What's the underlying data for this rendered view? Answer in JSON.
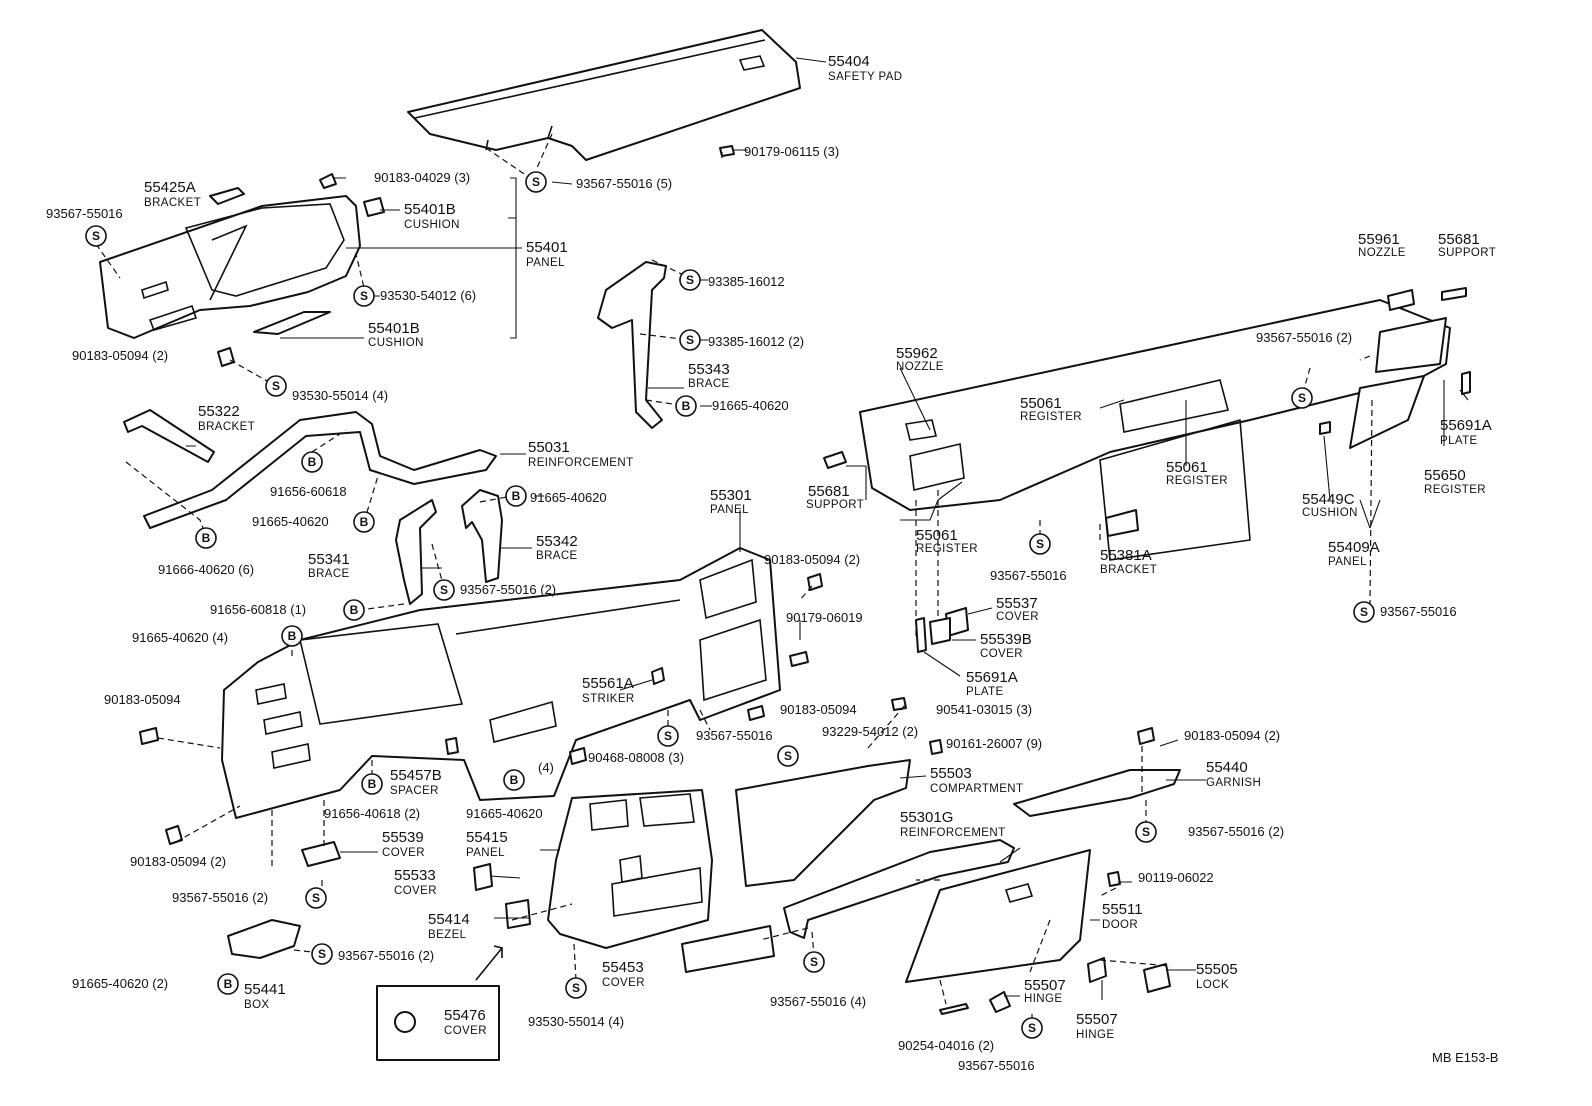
{
  "figure_ref": "MB  E153-B",
  "parts": [
    {
      "key": "p55404",
      "number": "55404",
      "name": "SAFETY PAD"
    },
    {
      "key": "p90179_06115",
      "number": "90179-06115 (3)"
    },
    {
      "key": "p93567_5_top",
      "number": "93567-55016 (5)"
    },
    {
      "key": "p90183_04029",
      "number": "90183-04029 (3)"
    },
    {
      "key": "p55425A",
      "number": "55425A",
      "name": "BRACKET"
    },
    {
      "key": "p93567_left",
      "number": "93567-55016"
    },
    {
      "key": "p55401B_a",
      "number": "55401B",
      "name": "CUSHION"
    },
    {
      "key": "p55401",
      "number": "55401",
      "name": "PANEL"
    },
    {
      "key": "p93530_6",
      "number": "93530-54012 (6)"
    },
    {
      "key": "p55401B_b",
      "number": "55401B",
      "name": "CUSHION"
    },
    {
      "key": "p90183_05094_2a",
      "number": "90183-05094 (2)"
    },
    {
      "key": "p93530_4a",
      "number": "93530-55014 (4)"
    },
    {
      "key": "p93385_a",
      "number": "93385-16012"
    },
    {
      "key": "p93385_b",
      "number": "93385-16012 (2)"
    },
    {
      "key": "p55343",
      "number": "55343",
      "name": "BRACE"
    },
    {
      "key": "p91665_brace",
      "number": "91665-40620"
    },
    {
      "key": "p55322",
      "number": "55322",
      "name": "BRACKET"
    },
    {
      "key": "p55031",
      "number": "55031",
      "name": "REINFORCEMENT"
    },
    {
      "key": "p91656_60818",
      "number": "91656-60618"
    },
    {
      "key": "p91665_40620_l",
      "number": "91665-40620"
    },
    {
      "key": "p91666",
      "number": "91666-40620 (6)"
    },
    {
      "key": "p91665_40620_r",
      "number": "91665-40620"
    },
    {
      "key": "p55342",
      "number": "55342",
      "name": "BRACE"
    },
    {
      "key": "p55341",
      "number": "55341",
      "name": "BRACE"
    },
    {
      "key": "p93567_2_mid",
      "number": "93567-55016 (2)"
    },
    {
      "key": "p91656_1",
      "number": "91656-60818 (1)"
    },
    {
      "key": "p55301",
      "number": "55301",
      "name": "PANEL"
    },
    {
      "key": "p90183_05094_2b",
      "number": "90183-05094 (2)"
    },
    {
      "key": "p90179_06019",
      "number": "90179-06019"
    },
    {
      "key": "p91665_4",
      "number": "91665-40620 (4)"
    },
    {
      "key": "p90183_05094_l",
      "number": "90183-05094"
    },
    {
      "key": "p55561A",
      "number": "55561A",
      "name": "STRIKER"
    },
    {
      "key": "p90183_05094_c",
      "number": "90183-05094"
    },
    {
      "key": "p90541",
      "number": "90541-03015 (3)"
    },
    {
      "key": "p93567_c",
      "number": "93567-55016"
    },
    {
      "key": "p93229",
      "number": "93229-54012 (2)"
    },
    {
      "key": "p90161",
      "number": "90161-26007 (9)"
    },
    {
      "key": "p55457B",
      "number": "55457B",
      "name": "SPACER"
    },
    {
      "key": "p90468",
      "number": "90468-08008 (3)"
    },
    {
      "key": "p91656_2",
      "number": "91656-40618 (2)"
    },
    {
      "key": "p91665_b4",
      "number": "(4)"
    },
    {
      "key": "p91665_b4b",
      "number": "91665-40620"
    },
    {
      "key": "p90183_05094_2c",
      "number": "90183-05094 (2)"
    },
    {
      "key": "p55539",
      "number": "55539",
      "name": "COVER"
    },
    {
      "key": "p93567_2_low",
      "number": "93567-55016 (2)"
    },
    {
      "key": "p55533",
      "number": "55533",
      "name": "COVER"
    },
    {
      "key": "p55415",
      "number": "55415",
      "name": "PANEL"
    },
    {
      "key": "p55414",
      "number": "55414",
      "name": "BEZEL"
    },
    {
      "key": "p93567_2_box",
      "number": "93567-55016 (2)"
    },
    {
      "key": "p91665_2",
      "number": "91665-40620 (2)"
    },
    {
      "key": "p55441",
      "number": "55441",
      "name": "BOX"
    },
    {
      "key": "p55476",
      "number": "55476",
      "name": "COVER"
    },
    {
      "key": "p55453",
      "number": "55453",
      "name": "COVER"
    },
    {
      "key": "p93530_4b",
      "number": "93530-55014 (4)"
    },
    {
      "key": "p55503",
      "number": "55503",
      "name": "COMPARTMENT"
    },
    {
      "key": "p55301G",
      "number": "55301G",
      "name": "REINFORCEMENT"
    },
    {
      "key": "p55511",
      "number": "55511",
      "name": "DOOR"
    },
    {
      "key": "p93567_4",
      "number": "93567-55016 (4)"
    },
    {
      "key": "p55507a",
      "number": "55507",
      "name": "HINGE"
    },
    {
      "key": "p55507b",
      "number": "55507",
      "name": "HINGE"
    },
    {
      "key": "p55505",
      "number": "55505",
      "name": "LOCK"
    },
    {
      "key": "p90254",
      "number": "90254-04016 (2)"
    },
    {
      "key": "p93567_bot",
      "number": "93567-55016"
    },
    {
      "key": "p90183_05094_2d",
      "number": "90183-05094 (2)"
    },
    {
      "key": "p55440",
      "number": "55440",
      "name": "GARNISH"
    },
    {
      "key": "p93567_2_gar",
      "number": "93567-55016 (2)"
    },
    {
      "key": "p90119",
      "number": "90119-06022"
    },
    {
      "key": "p55962",
      "number": "55962",
      "name": "NOZZLE"
    },
    {
      "key": "p55061a",
      "number": "55061",
      "name": "REGISTER"
    },
    {
      "key": "p55061b",
      "number": "55061",
      "name": "REGISTER"
    },
    {
      "key": "p55061c",
      "number": "55061",
      "name": "REGISTER"
    },
    {
      "key": "p55961",
      "number": "55961",
      "name": "NOZZLE"
    },
    {
      "key": "p55681a",
      "number": "55681",
      "name": "SUPPORT"
    },
    {
      "key": "p55681b",
      "number": "55681",
      "name": "SUPPORT"
    },
    {
      "key": "p93567_2_r",
      "number": "93567-55016 (2)"
    },
    {
      "key": "p55691A_r",
      "number": "55691A",
      "name": "PLATE"
    },
    {
      "key": "p55650",
      "number": "55650",
      "name": "REGISTER"
    },
    {
      "key": "p55449C",
      "number": "55449C",
      "name": "CUSHION"
    },
    {
      "key": "p55409A",
      "number": "55409A",
      "name": "PANEL"
    },
    {
      "key": "p93567_r2",
      "number": "93567-55016"
    },
    {
      "key": "p55381A",
      "number": "55381A",
      "name": "BRACKET"
    },
    {
      "key": "p93567_r3",
      "number": "93567-55016"
    },
    {
      "key": "p55537",
      "number": "55537",
      "name": "COVER"
    },
    {
      "key": "p55539B",
      "number": "55539B",
      "name": "COVER"
    },
    {
      "key": "p55691A_c",
      "number": "55691A",
      "name": "PLATE"
    }
  ],
  "symbols": {
    "s": "S",
    "b": "B"
  }
}
